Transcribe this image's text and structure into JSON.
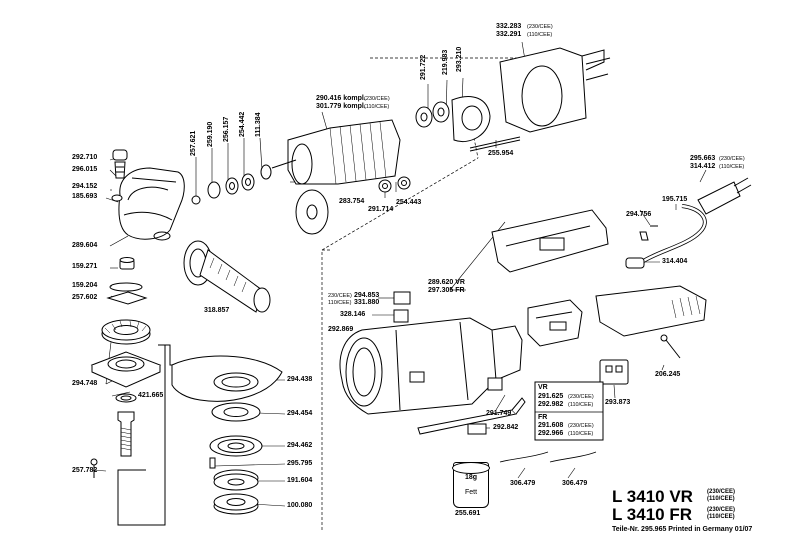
{
  "labels": {
    "p332283": "332.283",
    "p332283_v": "(230/CEE)",
    "p332291": "332.291",
    "p332291_v": "(110/CEE)",
    "p291722": "291.722",
    "p219983": "219.983",
    "p293210": "293.210",
    "p290416": "290.416 kompl.",
    "p290416_v": "(230/CEE)",
    "p301779": "301.779 kompl.",
    "p301779_v": "(110/CEE)",
    "p257621": "257.621",
    "p259190": "259.190",
    "p256157": "256.157",
    "p254442": "254.442",
    "p111384": "111.384",
    "p292710": "292.710",
    "p296015": "296.015",
    "p294152": "294.152",
    "p185693": "185.693",
    "p289604": "289.604",
    "p159271": "159.271",
    "p159204": "159.204",
    "p257602": "257.602",
    "p294748": "294.748",
    "p421665": "421.665",
    "p257782": "257.782",
    "p318857": "318.857",
    "p283754": "283.754",
    "p291714": "291.714",
    "p254443": "254.443",
    "p255954": "255.954",
    "p295663": "295.663",
    "p295663_v": "(230/CEE)",
    "p314412": "314.412",
    "p314412_v": "(110/CEE)",
    "p195715": "195.715",
    "p294756": "294.756",
    "p314404": "314.404",
    "p289620": "289.620 VR",
    "p297305": "297.305 FR",
    "p294853_v": "230/CEE)",
    "p294853": "294.853",
    "p331880_v": "110/CEE)",
    "p331880": "331.880",
    "p328146": "328.146",
    "p292869": "292.869",
    "p294438": "294.438",
    "p294454": "294.454",
    "p294462": "294.462",
    "p295795": "295.795",
    "p191604": "191.604",
    "p100080": "100.080",
    "p291749": "291.749",
    "p292842": "292.842",
    "p206245": "206.245",
    "p293873": "293.873",
    "p255691": "255.691",
    "p306479a": "306.479",
    "p306479b": "306.479"
  },
  "variant_box": {
    "vr_title": "VR",
    "vr_1": "291.625",
    "vr_1_v": "(230/CEE)",
    "vr_2": "292.982",
    "vr_2_v": "(110/CEE)",
    "fr_title": "FR",
    "fr_1": "291.608",
    "fr_1_v": "(230/CEE)",
    "fr_2": "292.966",
    "fr_2_v": "(110/CEE)"
  },
  "grease": {
    "amount": "18g",
    "name": "Fett"
  },
  "models": {
    "m1": "L 3410 VR",
    "m1_v1": "(230/CEE)",
    "m1_v2": "(110/CEE)",
    "m2": "L 3410 FR",
    "m2_v1": "(230/CEE)",
    "m2_v2": "(110/CEE)"
  },
  "footer": "Teile-Nr. 295.965 Printed in Germany 01/07"
}
